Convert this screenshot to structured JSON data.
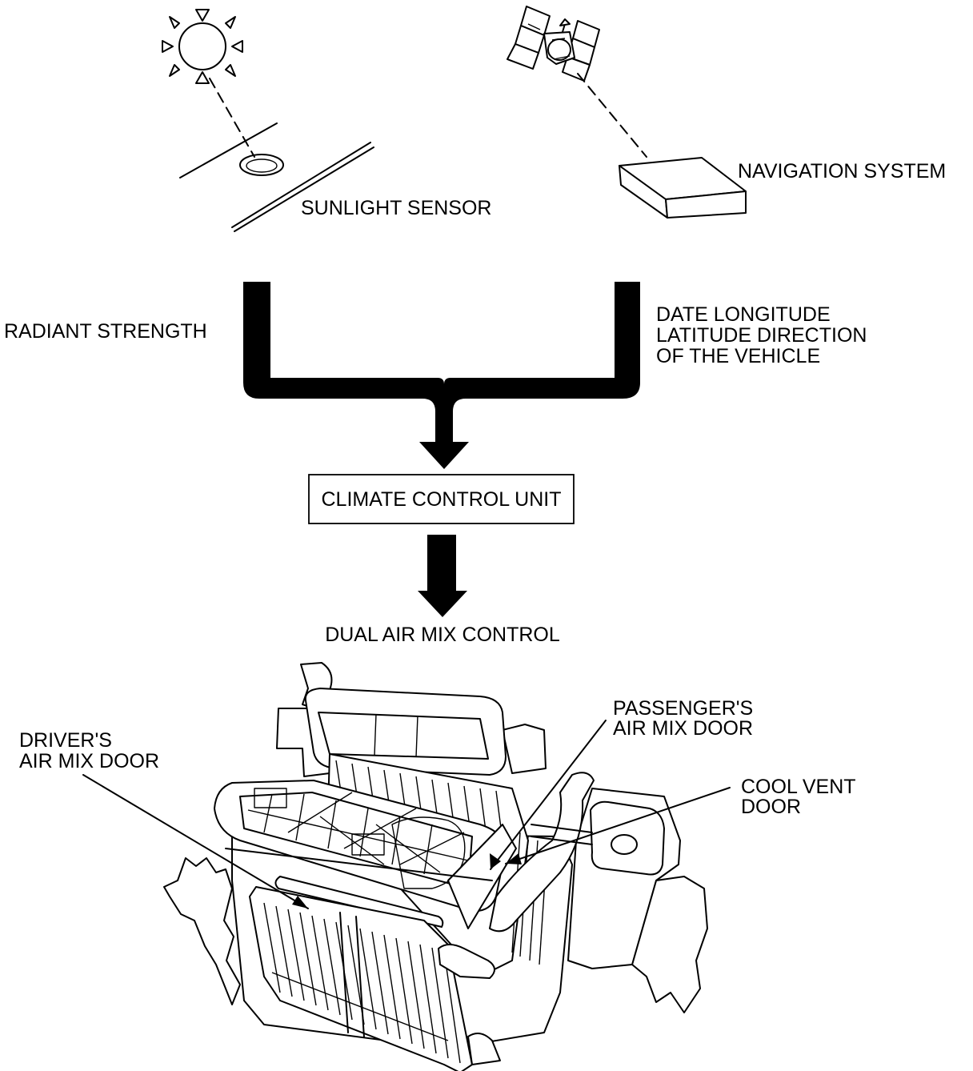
{
  "labels": {
    "navigation_system": "NAVIGATION SYSTEM",
    "sunlight_sensor": "SUNLIGHT SENSOR",
    "radiant_strength": "RADIANT STRENGTH",
    "vehicle_data": [
      "DATE LONGITUDE",
      "LATITUDE DIRECTION",
      "OF THE VEHICLE"
    ],
    "climate_control_unit": "CLIMATE CONTROL UNIT",
    "dual_air_mix_control": "DUAL AIR MIX CONTROL",
    "passengers_air_mix_door": [
      "PASSENGER'S",
      "AIR MIX DOOR"
    ],
    "drivers_air_mix_door": [
      "DRIVER'S",
      "AIR MIX DOOR"
    ],
    "cool_vent_door": [
      "COOL VENT",
      "DOOR"
    ]
  },
  "colors": {
    "ink": "#000000",
    "paper": "#ffffff"
  },
  "icons": [
    "sun-icon",
    "satellite-icon",
    "sunlight-sensor-icon",
    "navigation-unit-icon",
    "hvac-unit-illustration"
  ]
}
